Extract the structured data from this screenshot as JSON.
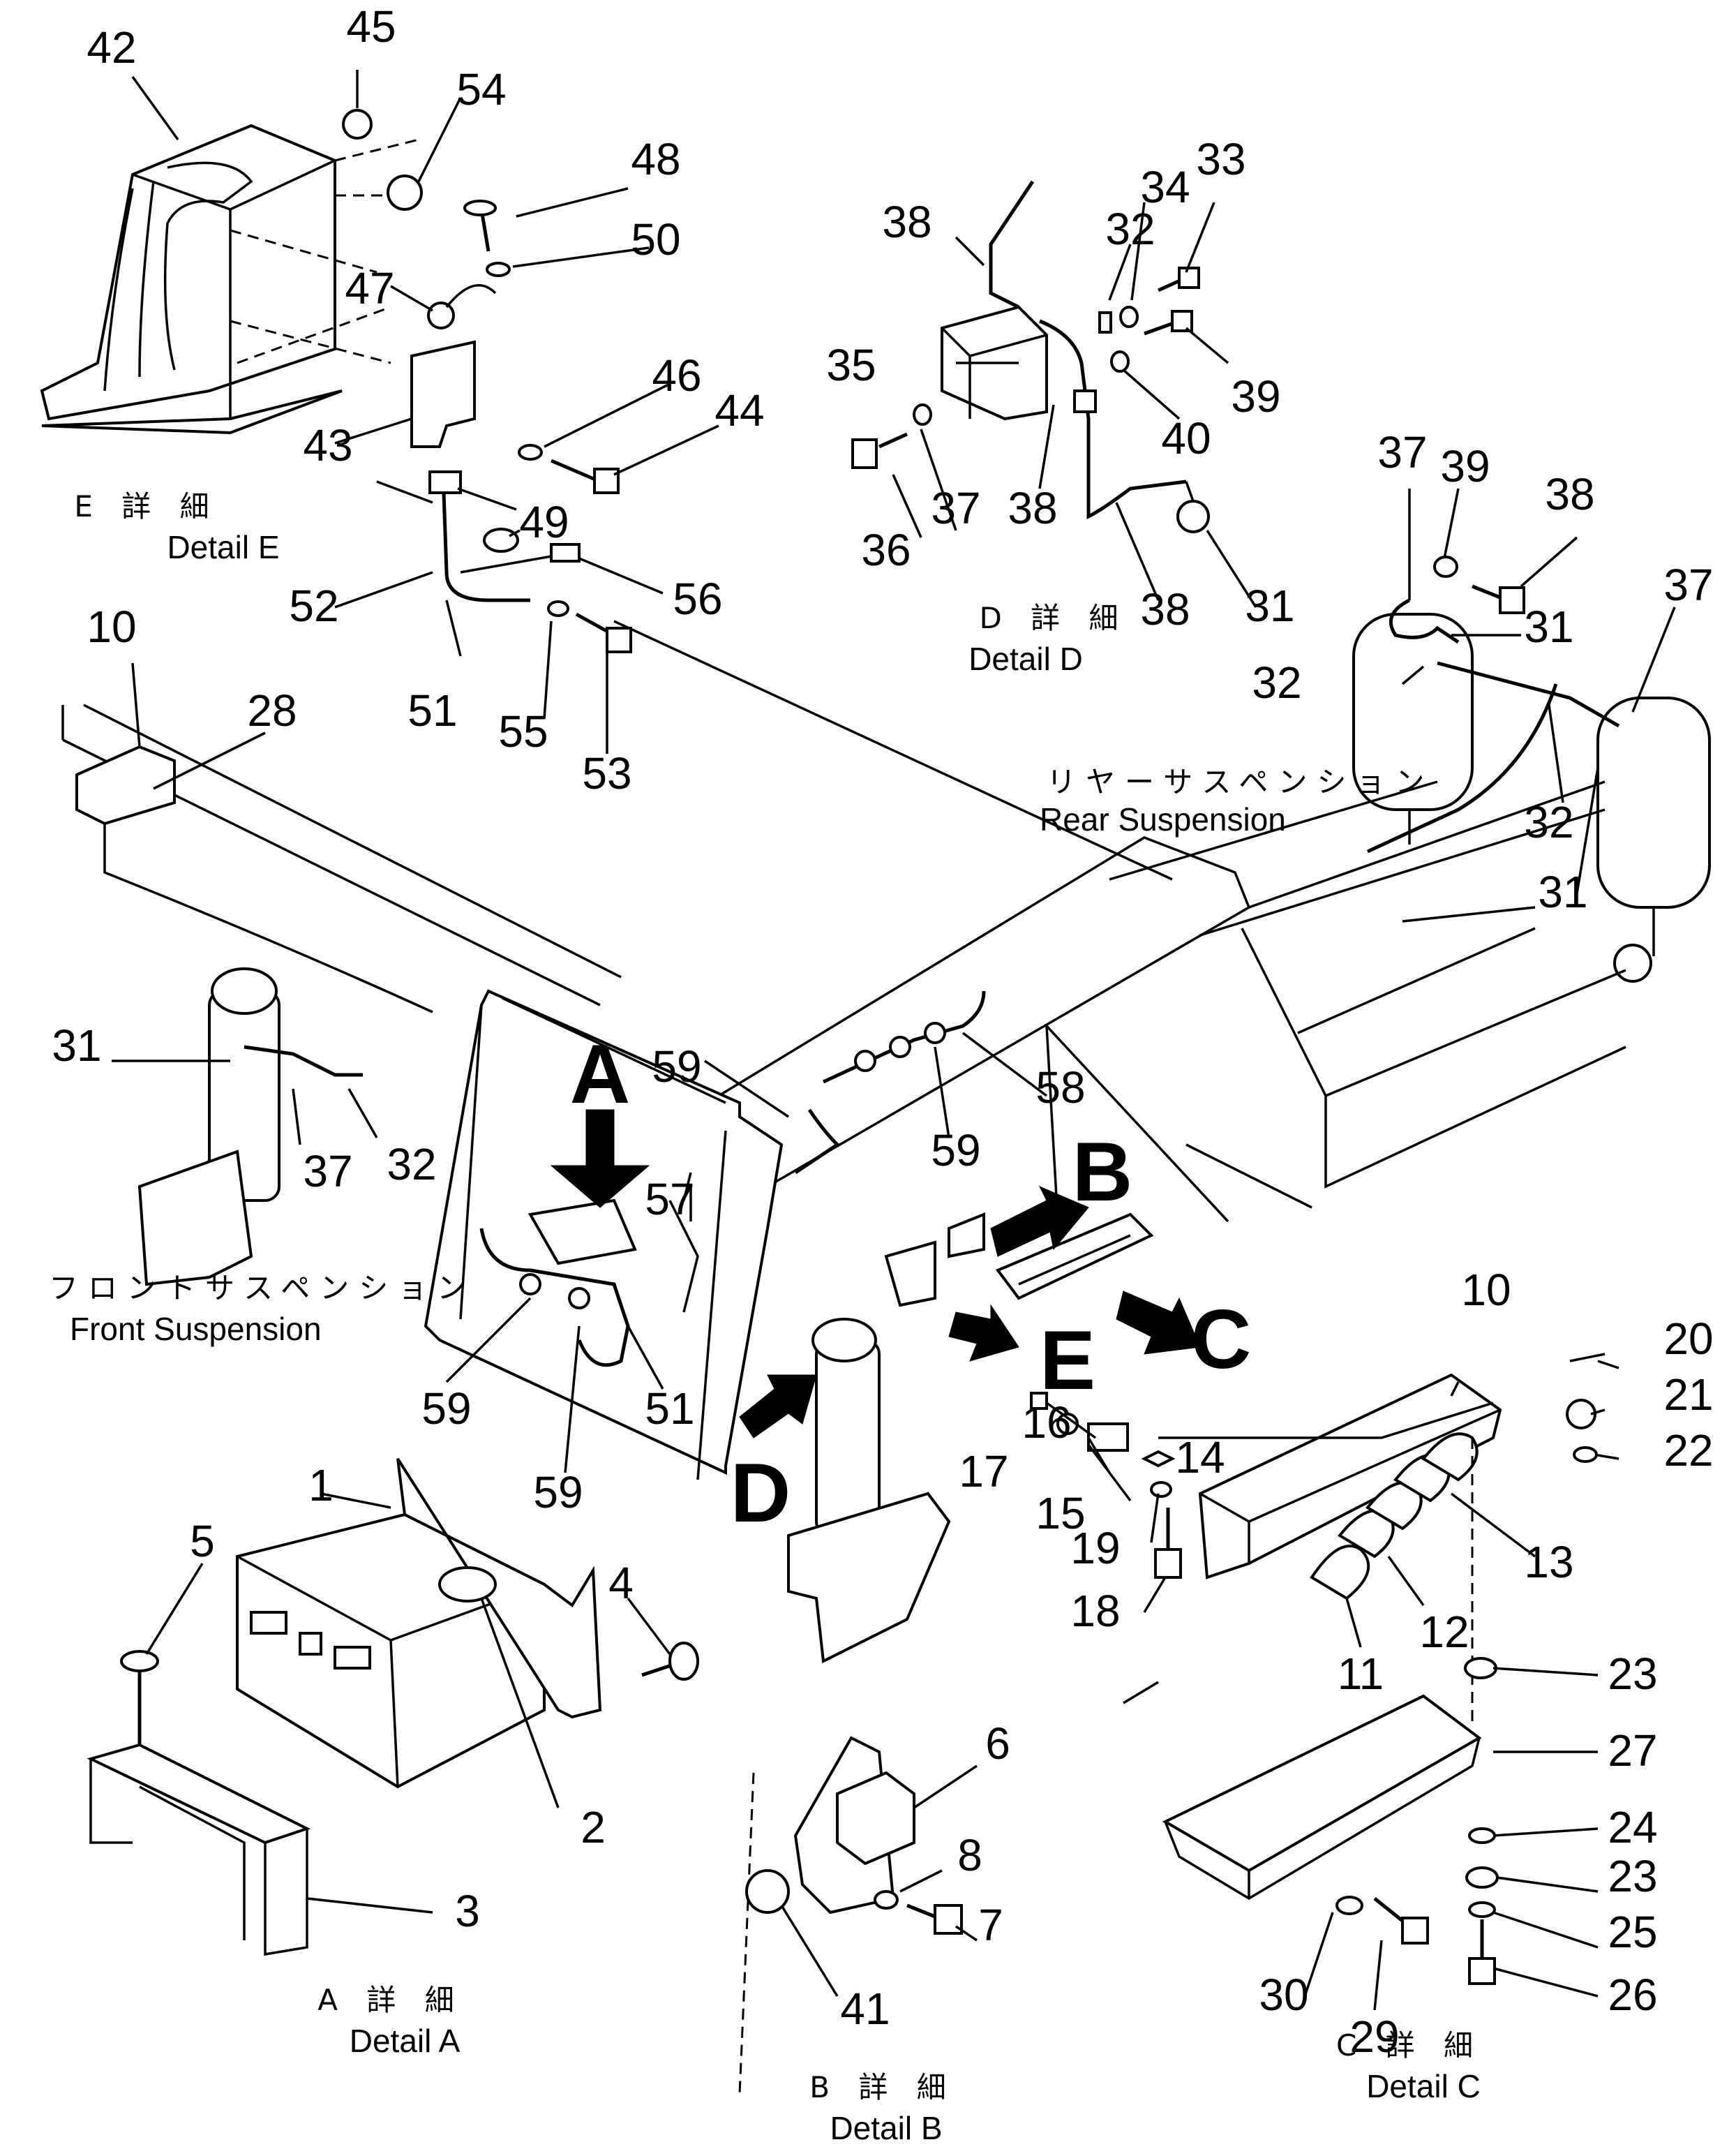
{
  "labels": {
    "n1": "1",
    "n2": "2",
    "n3": "3",
    "n4": "4",
    "n5": "5",
    "n6": "6",
    "n7": "7",
    "n8": "8",
    "n10": "10",
    "n11": "11",
    "n12": "12",
    "n13": "13",
    "n14": "14",
    "n15": "15",
    "n16": "16",
    "n17": "17",
    "n18": "18",
    "n19": "19",
    "n20": "20",
    "n21": "21",
    "n22": "22",
    "n23": "23",
    "n24": "24",
    "n25": "25",
    "n26": "26",
    "n27": "27",
    "n28": "28",
    "n29": "29",
    "n30": "30",
    "n31": "31",
    "n32": "32",
    "n33": "33",
    "n34": "34",
    "n35": "35",
    "n36": "36",
    "n37": "37",
    "n38": "38",
    "n39": "39",
    "n40": "40",
    "n41": "41",
    "n42": "42",
    "n43": "43",
    "n44": "44",
    "n45": "45",
    "n46": "46",
    "n47": "47",
    "n48": "48",
    "n49": "49",
    "n50": "50",
    "n51": "51",
    "n52": "52",
    "n53": "53",
    "n54": "54",
    "n55": "55",
    "n56": "56",
    "n57": "57",
    "n58": "58",
    "n59": "59"
  },
  "detail_letters": {
    "A": "A",
    "B": "B",
    "C": "C",
    "D": "D",
    "E": "E"
  },
  "captions": {
    "detail_e_jp": "E 詳 細",
    "detail_e": "Detail E",
    "detail_d_jp": "D 詳 細",
    "detail_d": "Detail D",
    "detail_a_jp": "A 詳 細",
    "detail_a": "Detail A",
    "detail_b_jp": "B 詳 細",
    "detail_b": "Detail B",
    "detail_c_jp": "C 詳 細",
    "detail_c": "Detail C",
    "rear_susp_jp": "リヤーサスペンション",
    "rear_susp": "Rear Suspension",
    "front_susp_jp": "フロントサスペンション",
    "front_susp": "Front Suspension"
  }
}
